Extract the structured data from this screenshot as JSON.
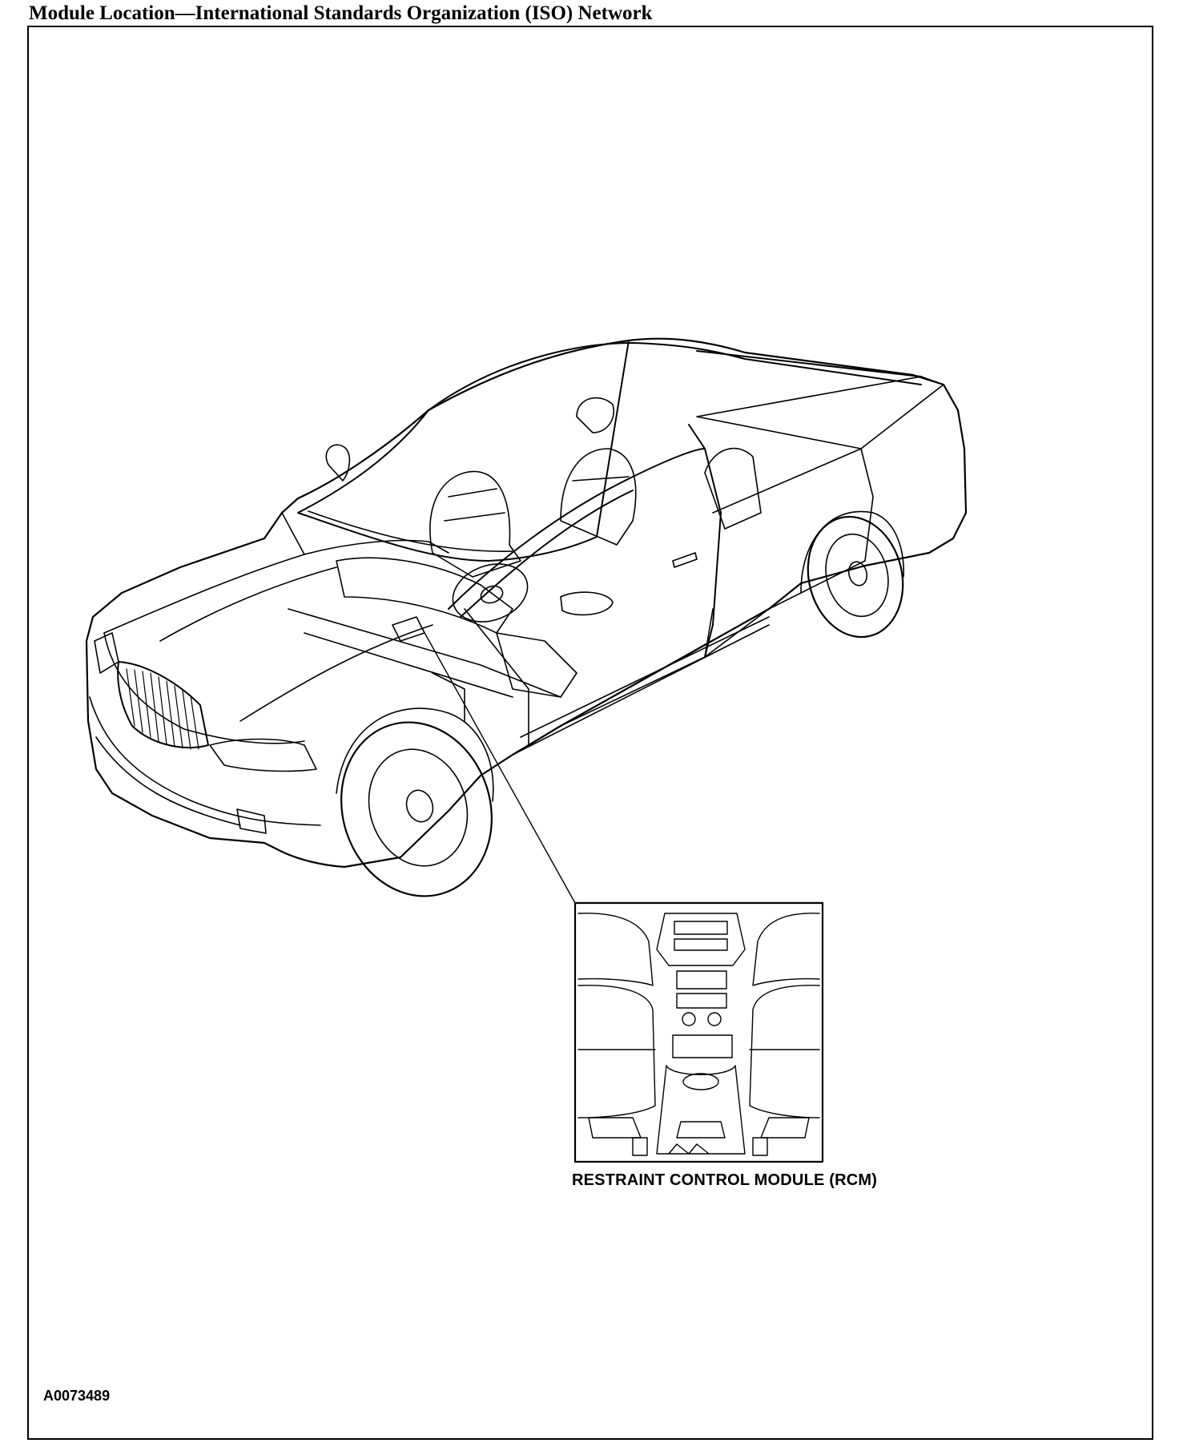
{
  "title": "Module Location—International Standards Organization (ISO) Network",
  "callout": {
    "label": "RESTRAINT CONTROL MODULE (RCM)"
  },
  "figure_id": "A0073489",
  "illustration": {
    "subject": "vehicle-cutaway",
    "detail_view": "center-console-detail"
  },
  "colors": {
    "line": "#000000",
    "background": "#ffffff"
  }
}
